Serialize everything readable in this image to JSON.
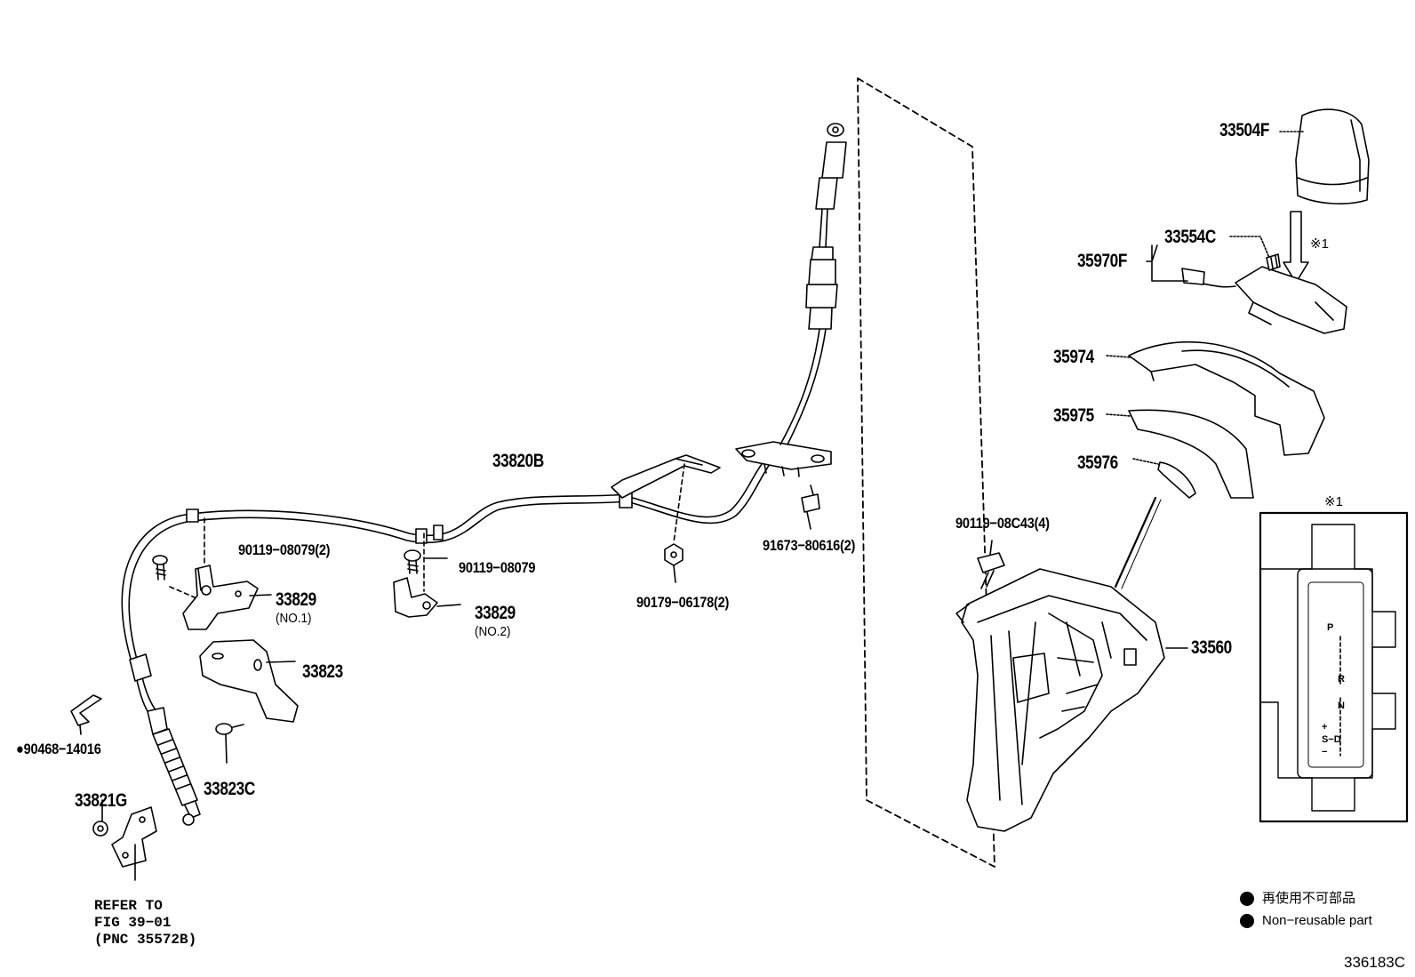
{
  "parts": {
    "p33504F": "33504F",
    "p33554C": "33554C",
    "p35970F": "35970F",
    "ref_mark": "※1",
    "p35974": "35974",
    "p35975": "35975",
    "p35976": "35976",
    "p33820B": "33820B",
    "p91673": "91673−80616(2)",
    "p90179": "90179−06178(2)",
    "p90119_08C43": "90119−08C43(4)",
    "p33560": "33560",
    "p90119_08079_2": "90119−08079(2)",
    "p33829_1": "33829",
    "p33829_1_sub": "(NO.1)",
    "p90119_08079": "90119−08079",
    "p33829_2": "33829",
    "p33829_2_sub": "(NO.2)",
    "p33823": "33823",
    "p90468": "●90468−14016",
    "p33823C": "33823C",
    "p33821G": "33821G"
  },
  "refer": {
    "line1": "REFER TO",
    "line2": "FIG 39−01",
    "line3": "(PNC 35572B)"
  },
  "inset": {
    "mark": "※1",
    "gate": {
      "P": "P",
      "R": "R",
      "N": "N",
      "plus": "+",
      "SD": "S−D",
      "minus": "−"
    }
  },
  "legend": {
    "jp": "再使用不可部品",
    "en": "Non−reusable part"
  },
  "figure_id": "336183C"
}
